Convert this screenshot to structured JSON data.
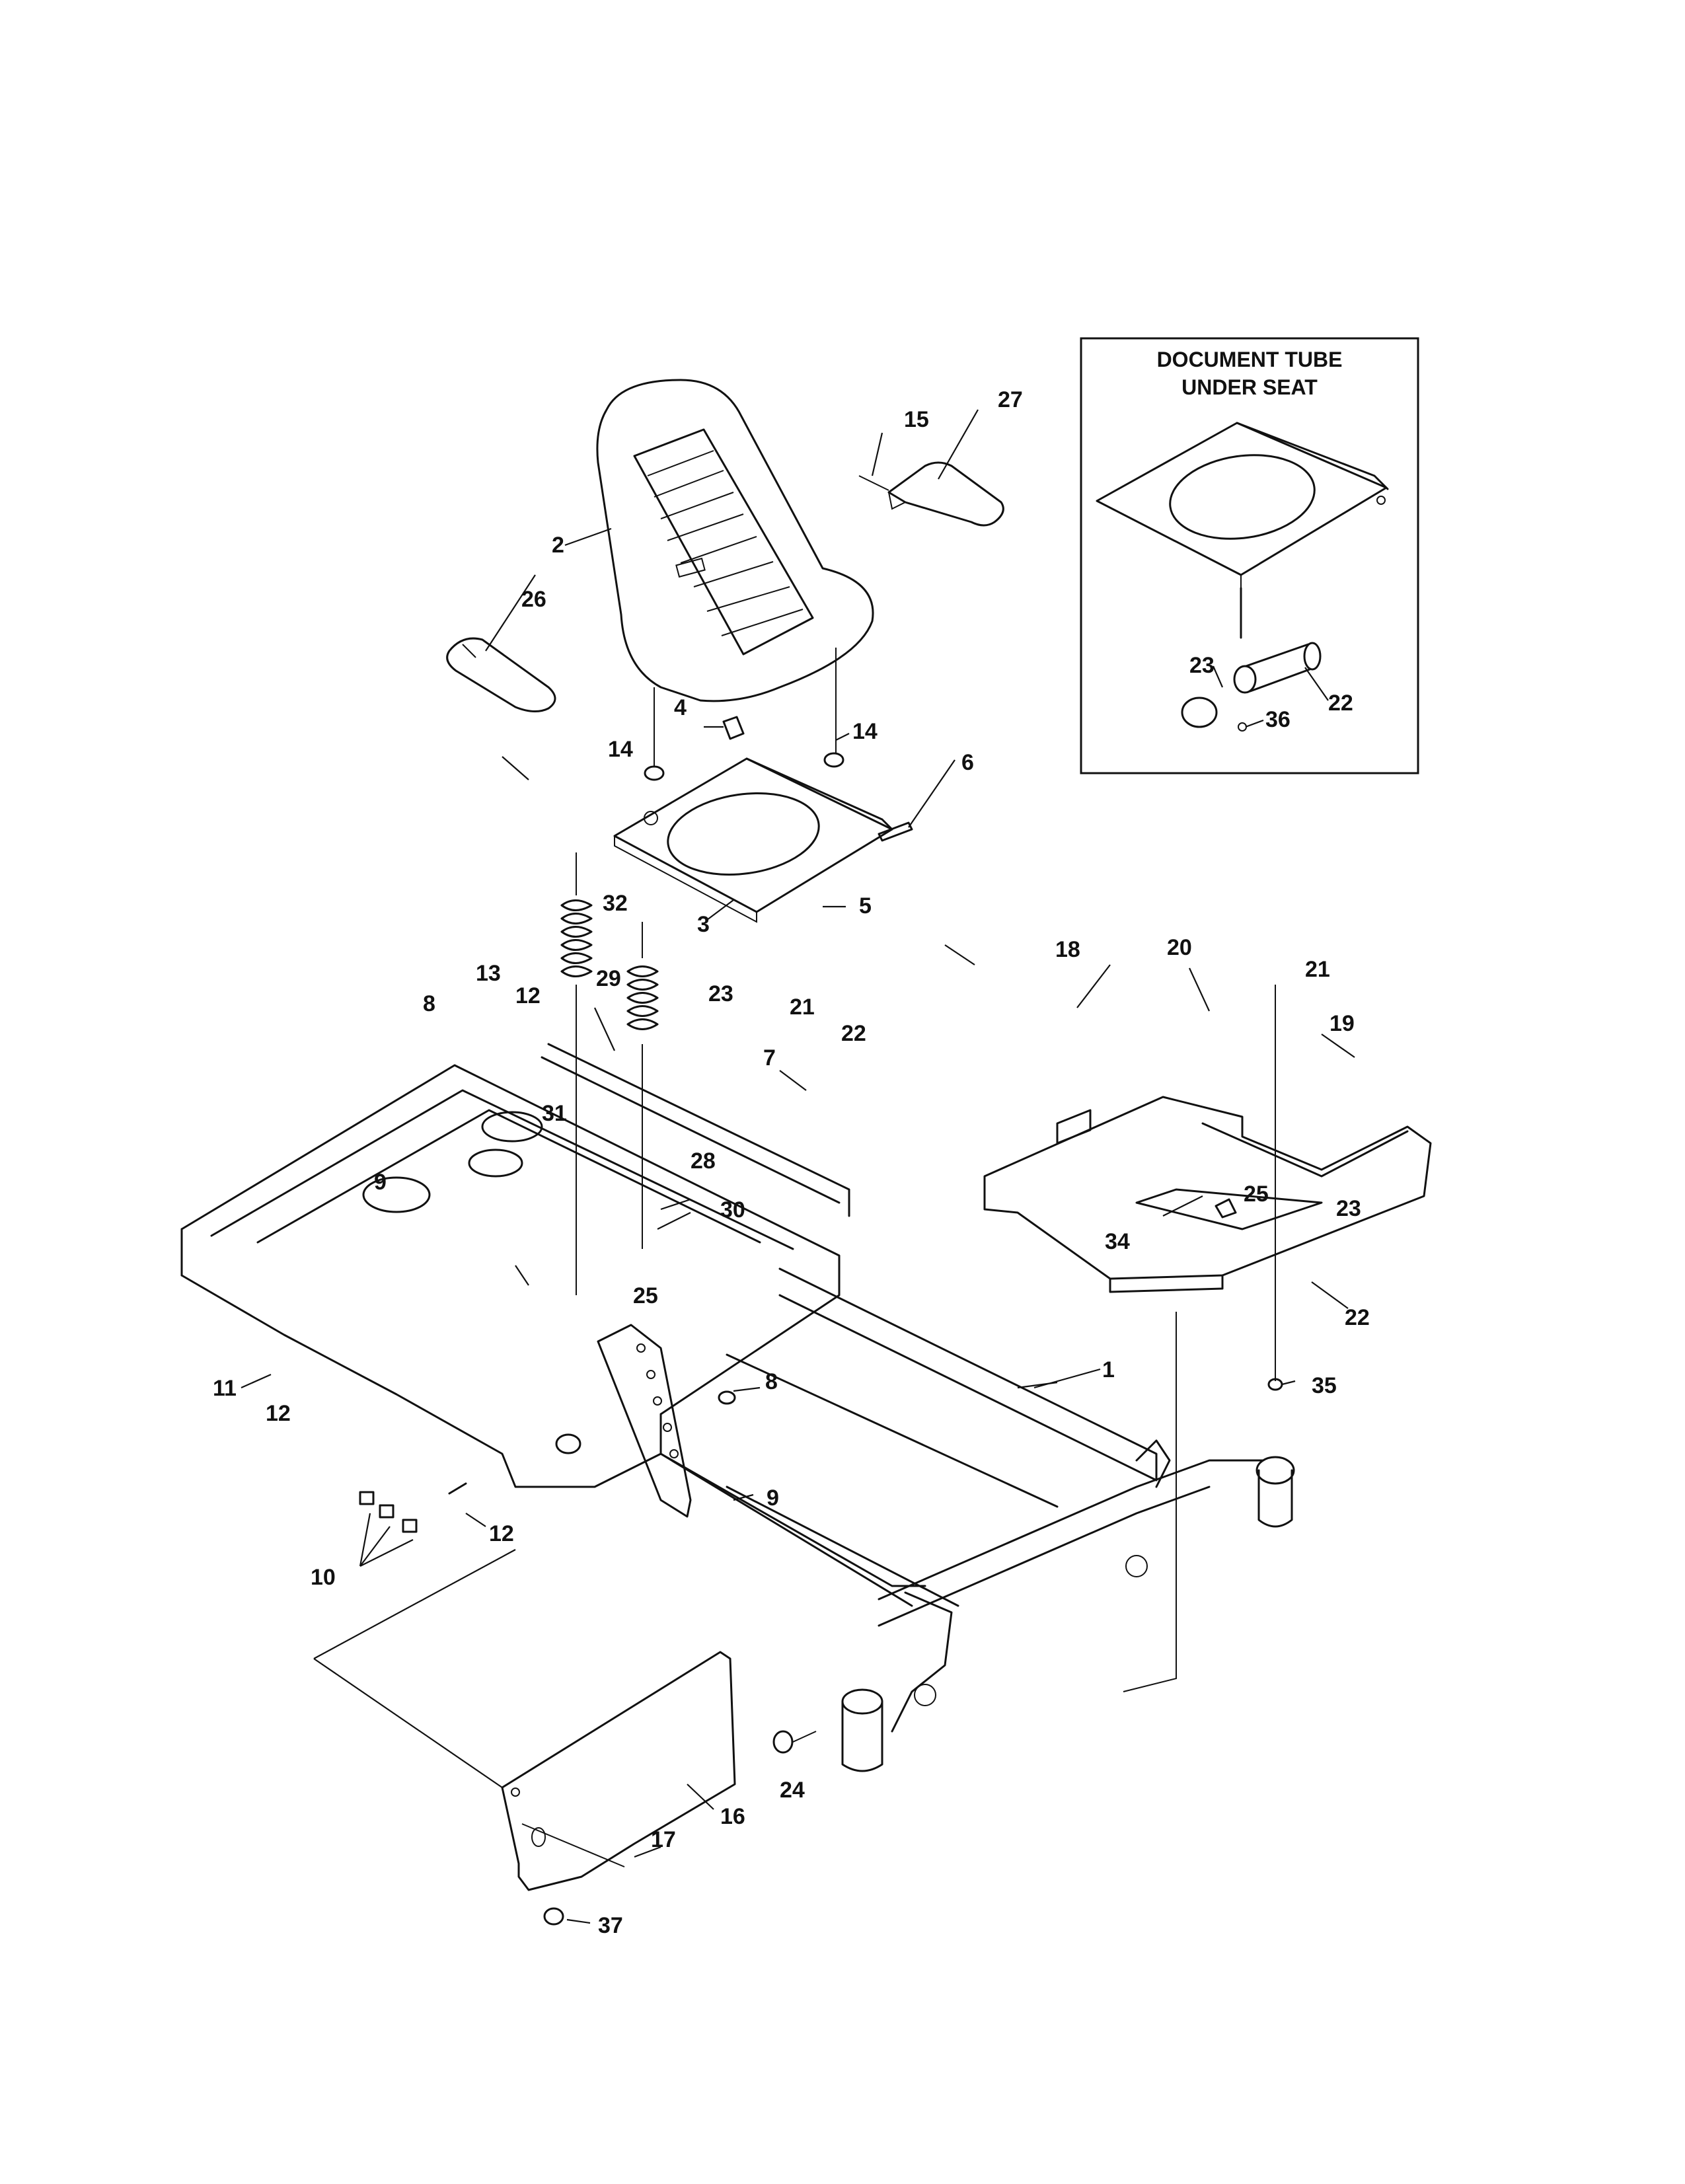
{
  "inset": {
    "title_line1": "DOCUMENT TUBE",
    "title_line2": "UNDER SEAT",
    "callouts": [
      "23",
      "22",
      "36"
    ]
  },
  "callouts": [
    "1",
    "2",
    "3",
    "4",
    "5",
    "6",
    "7",
    "8",
    "8",
    "9",
    "9",
    "10",
    "11",
    "12",
    "12",
    "12",
    "13",
    "14",
    "14",
    "15",
    "16",
    "17",
    "18",
    "19",
    "20",
    "21",
    "21",
    "22",
    "22",
    "23",
    "23",
    "24",
    "25",
    "25",
    "26",
    "27",
    "28",
    "29",
    "30",
    "31",
    "32",
    "34",
    "35",
    "37"
  ],
  "parts": [
    {
      "ref": "1",
      "name": "frame"
    },
    {
      "ref": "2",
      "name": "seat"
    },
    {
      "ref": "3",
      "name": "seat-plate"
    },
    {
      "ref": "16",
      "name": "rear-shield"
    },
    {
      "ref": "18",
      "name": "floor-pan"
    },
    {
      "ref": "22",
      "name": "document-tube"
    },
    {
      "ref": "26",
      "name": "armrest-left"
    },
    {
      "ref": "27",
      "name": "armrest-right"
    },
    {
      "ref": "29",
      "name": "seat-spring"
    }
  ]
}
